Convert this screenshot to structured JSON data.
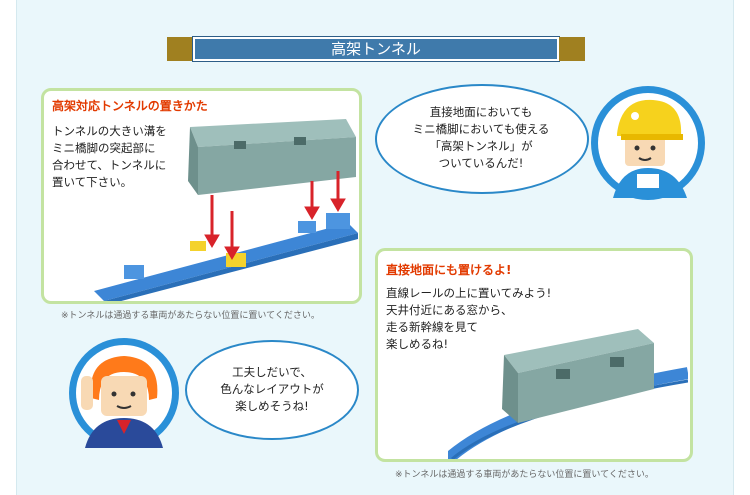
{
  "banner": {
    "title": "高架トンネル"
  },
  "panel_left": {
    "heading": "高架対応トンネルの置きかた",
    "lines": [
      "トンネルの大きい溝を",
      "ミニ橋脚の突起部に",
      "合わせて、トンネルに",
      "置いて下さい。"
    ],
    "note": "※トンネルは通過する車両があたらない位置に置いてください。"
  },
  "bubble_top": {
    "lines": [
      "直接地面においても",
      "ミニ橋脚においても使える",
      "「高架トンネル」が",
      "ついているんだ!"
    ]
  },
  "panel_right": {
    "heading": "直接地面にも置けるよ!",
    "lines": [
      "直線レールの上に置いてみよう!",
      "天井付近にある窓から、",
      "走る新幹線を見て",
      "楽しめるね!"
    ],
    "note": "※トンネルは通過する車両があたらない位置に置いてください。"
  },
  "bubble_bottom": {
    "lines": [
      "工夫しだいで、",
      "色んなレイアウトが",
      "楽しめそうね!"
    ]
  },
  "colors": {
    "accent": "#e23a00",
    "banner": "#3f7aab",
    "gold": "#a08020",
    "panel_border": "#c3e3a1",
    "bubble_border": "#2a88c8",
    "tunnel": "#8fb0ac",
    "rail": "#3d86d6"
  }
}
